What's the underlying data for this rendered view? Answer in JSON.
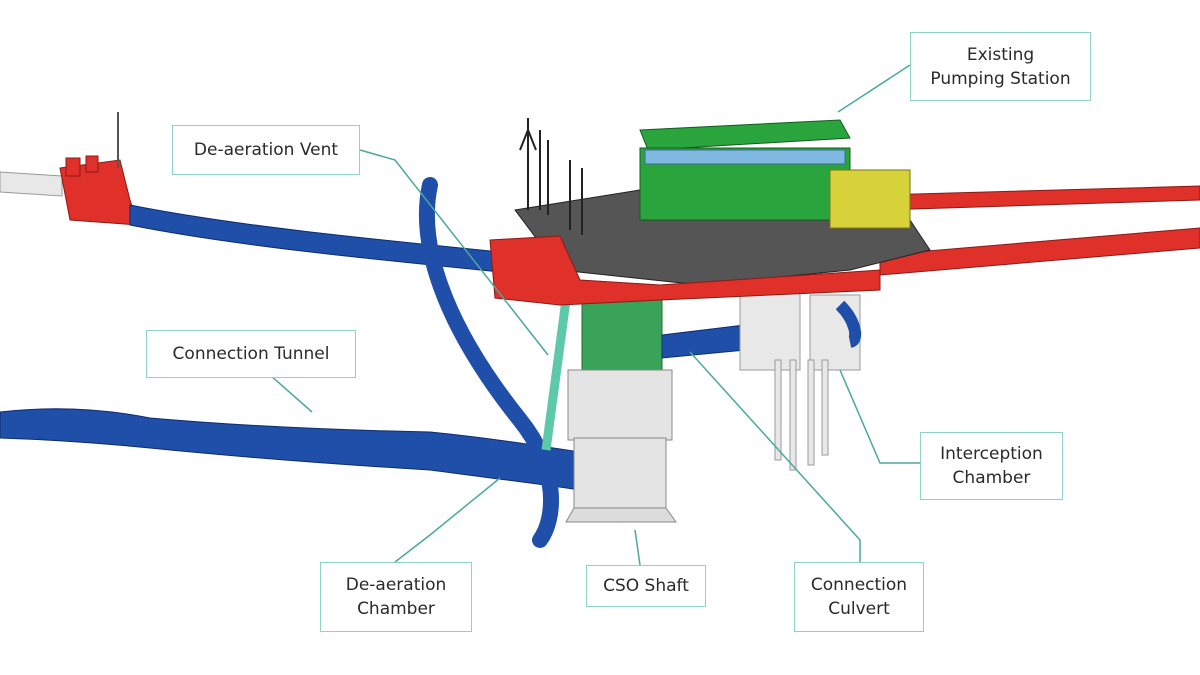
{
  "colors": {
    "tunnel_blue": "#1f4fa8",
    "pipe_red": "#e0302a",
    "station_green": "#2aa43c",
    "shaft_grey": "#e4e4e4",
    "shaft_green": "#3aa35a",
    "vent_teal": "#5ec9a8",
    "leader_teal": "#4aa99a",
    "yellow_box": "#d8d23a"
  },
  "labels": {
    "existing_pumping_station": "Existing\nPumping Station",
    "deaeration_vent": "De-aeration Vent",
    "connection_tunnel": "Connection Tunnel",
    "interception_chamber": "Interception\nChamber",
    "deaeration_chamber": "De-aeration\nChamber",
    "cso_shaft": "CSO Shaft",
    "connection_culvert": "Connection\nCulvert"
  }
}
